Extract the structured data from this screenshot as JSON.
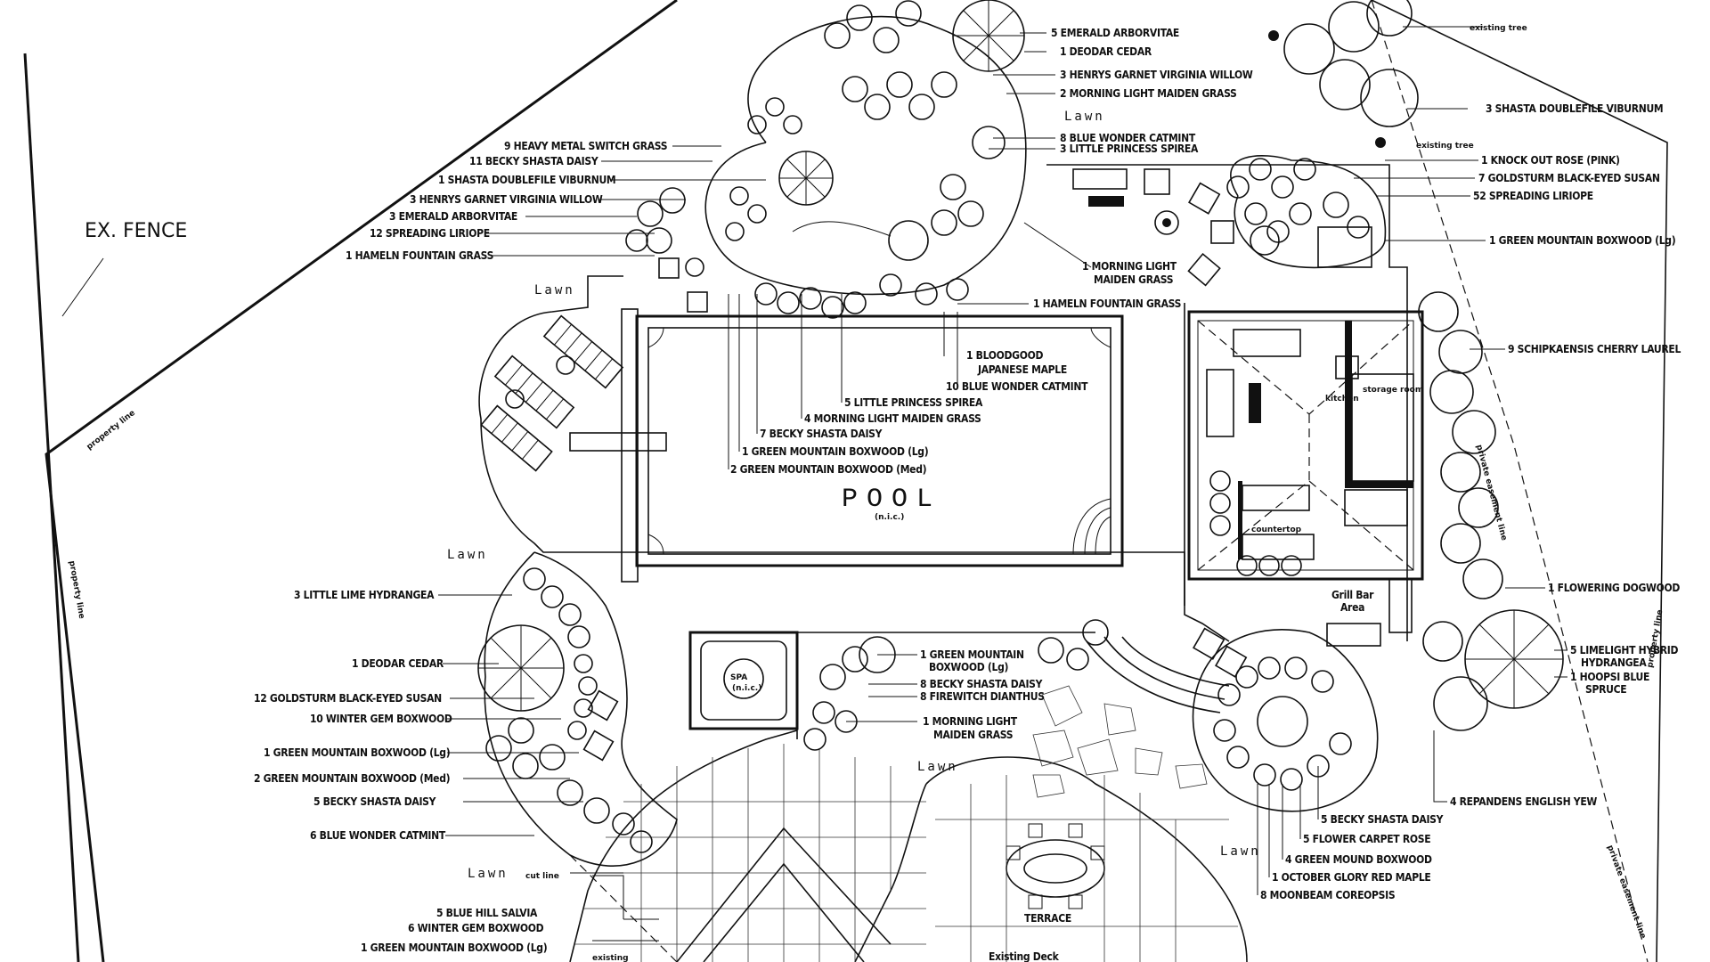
{
  "texts": {
    "ex_fence": "EX. FENCE",
    "property_line_1": "property line",
    "property_line_2": "property line",
    "property_line_3": "property line",
    "private_easement_1": "private easement line",
    "private_easement_2": "private easement line",
    "pool": "POOL",
    "pool_sub": "(n.i.c.)",
    "spa": "SPA",
    "spa_sub": "(n.i.c.)",
    "terrace": "TERRACE",
    "existing_deck": "Existing Deck",
    "storage_room": "storage room",
    "grill_bar": "Grill Bar",
    "grill_area": "Area",
    "countertop": "countertop",
    "kitchen": "kitchen",
    "existing_tree_1": "existing tree",
    "existing_tree_2": "existing tree",
    "cut_line": "cut line",
    "existing": "existing",
    "lawn": "Lawn"
  },
  "labels_left": [
    "9 HEAVY METAL SWITCH GRASS",
    "11 BECKY SHASTA DAISY",
    "1 SHASTA DOUBLEFILE VIBURNUM",
    "3 HENRYS GARNET VIRGINIA WILLOW",
    "3 EMERALD ARBORVITAE",
    "12 SPREADING LIRIOPE",
    "1 HAMELN FOUNTAIN GRASS",
    "3 LITTLE LIME HYDRANGEA",
    "1 DEODAR CEDAR",
    "12 GOLDSTURM BLACK-EYED SUSAN",
    "10 WINTER GEM BOXWOOD",
    "1 GREEN MOUNTAIN BOXWOOD (Lg)",
    "2 GREEN MOUNTAIN BOXWOOD (Med)",
    "5 BECKY SHASTA DAISY",
    "6 BLUE WONDER CATMINT",
    "5 BLUE HILL SALVIA",
    "6 WINTER GEM BOXWOOD",
    "1 GREEN MOUNTAIN BOXWOOD (Lg)"
  ],
  "labels_top": [
    "5 EMERALD ARBORVITAE",
    "1 DEODAR CEDAR",
    "3 HENRYS GARNET VIRGINIA WILLOW",
    "2 MORNING LIGHT MAIDEN GRASS",
    "8 BLUE WONDER CATMINT",
    "3 LITTLE PRINCESS SPIREA",
    "1 MORNING LIGHT",
    "MAIDEN GRASS",
    "1 HAMELN FOUNTAIN GRASS"
  ],
  "labels_pool": [
    "1 BLOODGOOD",
    "JAPANESE MAPLE",
    "10 BLUE WONDER CATMINT",
    "5 LITTLE PRINCESS SPIREA",
    "4 MORNING LIGHT MAIDEN GRASS",
    "7 BECKY SHASTA DAISY",
    "1 GREEN MOUNTAIN BOXWOOD (Lg)",
    "2 GREEN MOUNTAIN BOXWOOD (Med)"
  ],
  "labels_spa": [
    "1 GREEN MOUNTAIN",
    "BOXWOOD (Lg)",
    "8 BECKY SHASTA DAISY",
    "8 FIREWITCH DIANTHUS",
    "1 MORNING LIGHT",
    "MAIDEN GRASS"
  ],
  "labels_right": [
    "3 SHASTA DOUBLEFILE VIBURNUM",
    "1 KNOCK OUT ROSE (PINK)",
    "7 GOLDSTURM BLACK-EYED SUSAN",
    "52 SPREADING LIRIOPE",
    "1 GREEN MOUNTAIN BOXWOOD (Lg)",
    "9 SCHIPKAENSIS CHERRY LAUREL",
    "1 FLOWERING DOGWOOD",
    "5 LIMELIGHT HYBRID",
    "HYDRANGEA",
    "1 HOOPSI BLUE",
    "SPRUCE",
    "4 REPANDENS ENGLISH YEW"
  ],
  "labels_bottom_right": [
    "5 BECKY SHASTA DAISY",
    "5 FLOWER CARPET ROSE",
    "4 GREEN MOUND BOXWOOD",
    "1 OCTOBER GLORY RED MAPLE",
    "8 MOONBEAM COREOPSIS"
  ]
}
